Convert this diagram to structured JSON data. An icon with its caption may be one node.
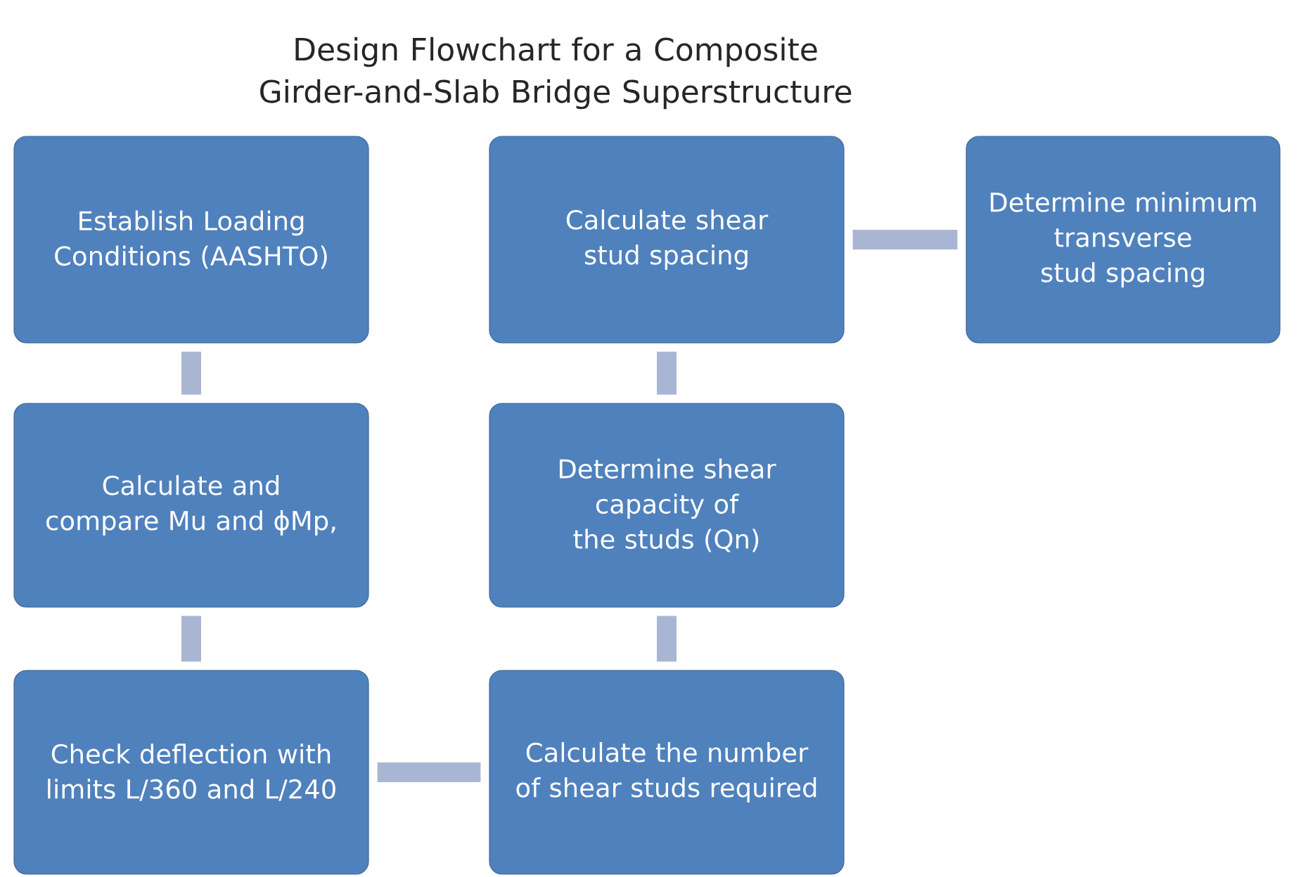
{
  "diagram": {
    "title": "Design Flowchart for a Composite Girder-and-Slab Bridge Superstructure",
    "nodes": [
      {
        "text": [
          "Establish Loading Conditions (AASHTO)"
        ]
      },
      {
        "text": [
          "Calculate and compare Mu and ϕMp,"
        ]
      },
      {
        "text": [
          "Check deflection with limits L/360 and L/240"
        ]
      },
      {
        "text": [
          "Calculate the number of shear studs required"
        ]
      },
      {
        "text": [
          "Determine shear capacity of the studs (Qn)"
        ]
      },
      {
        "text": [
          "Calculate shear stud spacing"
        ]
      },
      {
        "text": [
          "Determine minimum transverse stud spacing"
        ]
      }
    ],
    "edges": [
      {
        "from": 0,
        "to": 1,
        "arrow": "none"
      },
      {
        "from": 1,
        "to": 2,
        "arrow": "none"
      },
      {
        "from": 2,
        "to": 3,
        "arrow": "none"
      },
      {
        "from": 3,
        "to": 4,
        "arrow": "none"
      },
      {
        "from": 4,
        "to": 5,
        "arrow": "none"
      },
      {
        "from": 5,
        "to": 6,
        "arrow": "none"
      }
    ]
  }
}
